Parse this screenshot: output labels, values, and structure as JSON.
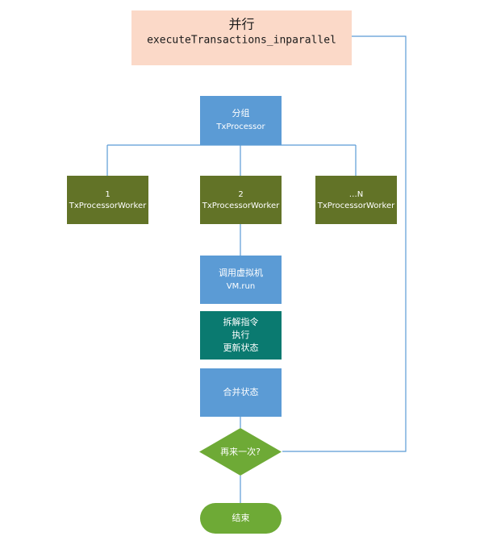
{
  "nodes": {
    "start": {
      "line1": "并行",
      "line2": "executeTransactions_inparallel"
    },
    "group": {
      "line1": "分组",
      "line2": "TxProcessor"
    },
    "worker1": {
      "line1": "1",
      "line2": "TxProcessorWorker"
    },
    "worker2": {
      "line1": "2",
      "line2": "TxProcessorWorker"
    },
    "workerN": {
      "line1": "…N",
      "line2": "TxProcessorWorker"
    },
    "vm": {
      "line1": "调用虚拟机",
      "line2": "VM.run"
    },
    "decode": {
      "line1": "拆解指令",
      "line2": "执行",
      "line3": "更新状态"
    },
    "merge": {
      "line1": "合并状态"
    },
    "decision": {
      "line1": "再来一次?"
    },
    "end": {
      "line1": "结束"
    }
  },
  "colors": {
    "start_fill": "#fbd9c8",
    "blue_fill": "#5b9bd5",
    "olive_fill": "#627327",
    "teal_fill": "#0a7a70",
    "green_fill": "#6eaa36",
    "line": "#5b9bd5"
  }
}
